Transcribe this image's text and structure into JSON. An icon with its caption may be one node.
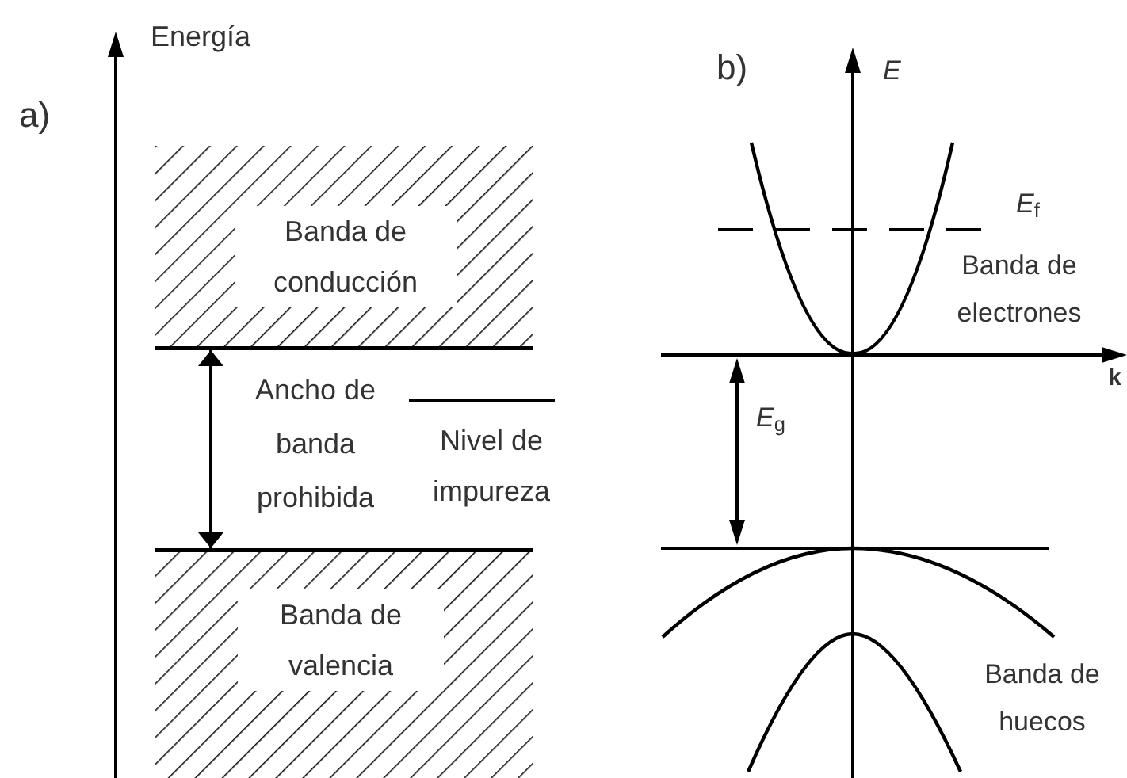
{
  "diagram": {
    "nodes": [
      {
        "text": [
          "Banda de conducción"
        ]
      },
      {
        "text": [
          "Banda de valencia"
        ]
      }
    ],
    "edges": [
      {
        "from": 0,
        "to": 1,
        "arrow": "both"
      }
    ],
    "labels": [
      "Energía",
      "a)",
      "Ancho de banda prohibida",
      "Nivel de impureza",
      "b)",
      "E",
      "*E*$_{f}$",
      "Banda de electrones",
      "k",
      "*E*$_{g}$",
      "Banda de huecos"
    ]
  }
}
